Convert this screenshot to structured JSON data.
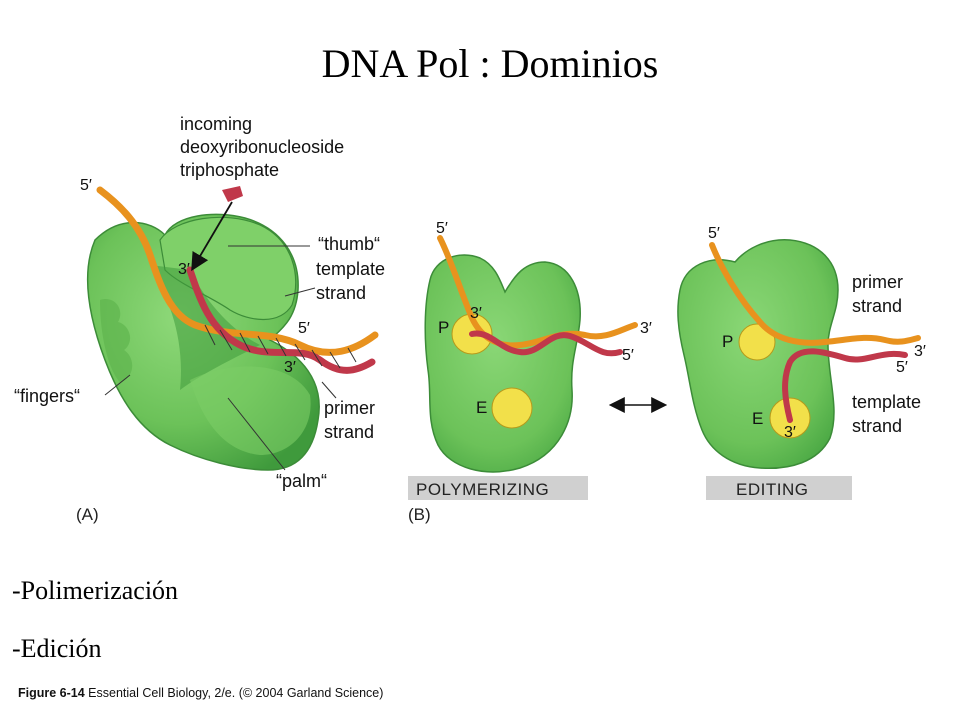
{
  "slide": {
    "title": "DNA Pol : Dominios",
    "bullets": [
      "-Polimerización",
      "-Edición"
    ],
    "caption_figure": "Figure 6-14",
    "caption_text": "Essential Cell Biology, 2/e. (© 2004 Garland Science)"
  },
  "panel_a": {
    "panel_label": "(A)",
    "incoming_label": [
      "incoming",
      "deoxyribonucleoside",
      "triphosphate"
    ],
    "thumb_label": "“thumb“",
    "template_label": [
      "template",
      "strand"
    ],
    "primer_label": [
      "primer",
      "strand"
    ],
    "fingers_label": "“fingers“",
    "palm_label": "“palm“",
    "end_5_top": "5′",
    "end_3_inner": "3′",
    "end_5_mid": "5′",
    "end_3_low": "3′"
  },
  "panel_b": {
    "panel_label": "(B)",
    "polymerizing": {
      "mode_label": "POLYMERIZING",
      "site_p": "P",
      "site_e": "E",
      "end_5_top": "5′",
      "end_3_in_p": "3′",
      "end_3_right": "3′",
      "end_5_right": "5′"
    },
    "editing": {
      "mode_label": "EDITING",
      "site_p": "P",
      "site_e": "E",
      "end_5_top": "5′",
      "end_3_in_e": "3′",
      "end_3_right": "3′",
      "end_5_right": "5′",
      "primer_label": [
        "primer",
        "strand"
      ],
      "template_label": [
        "template",
        "strand"
      ]
    }
  },
  "colors": {
    "protein": "#6cc259",
    "protein_dark": "#3f9a3c",
    "template": "#e8921e",
    "primer": "#c0384a",
    "site": "#f2e04a"
  }
}
